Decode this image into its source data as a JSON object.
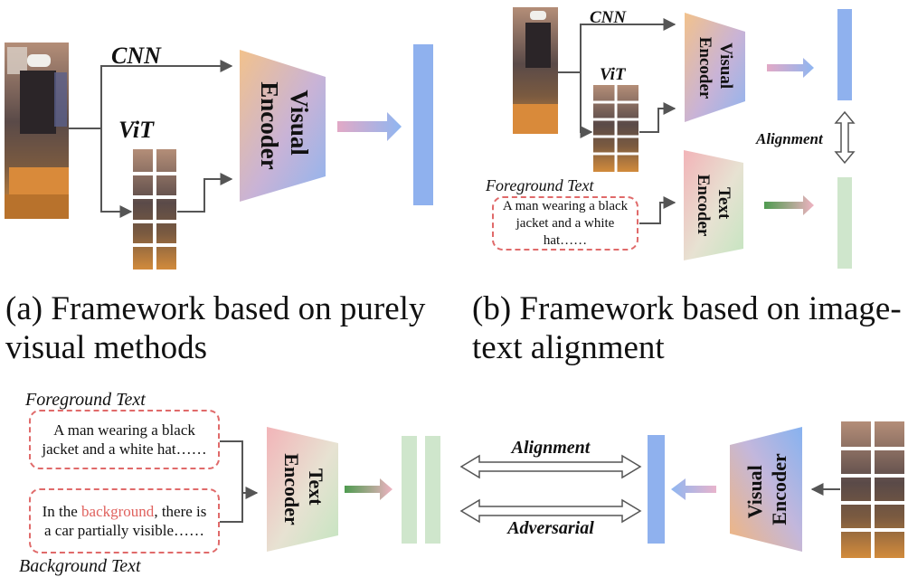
{
  "panel_a": {
    "cnn_label": "CNN",
    "vit_label": "ViT",
    "encoder_label_line1": "Visual",
    "encoder_label_line2": "Encoder",
    "caption_line1": "(a) Framework based on purely",
    "caption_line2": "visual methods"
  },
  "panel_b": {
    "cnn_label": "CNN",
    "vit_label": "ViT",
    "visual_encoder_line1": "Visual",
    "visual_encoder_line2": "Encoder",
    "text_encoder_line1": "Text",
    "text_encoder_line2": "Encoder",
    "alignment_label": "Alignment",
    "foreground_title": "Foreground Text",
    "foreground_text": "A man wearing a black jacket and a white hat……",
    "caption_line1": "(b) Framework based on image-",
    "caption_line2": "text alignment"
  },
  "panel_c": {
    "foreground_title": "Foreground Text",
    "foreground_text": "A man wearing a black jacket and a white hat……",
    "background_title": "Background Text",
    "background_text_before": "In the ",
    "background_text_highlight": "background",
    "background_text_after": ", there is a car partially visible……",
    "text_encoder_line1": "Text",
    "text_encoder_line2": "Encoder",
    "visual_encoder_line1": "Visual",
    "visual_encoder_line2": "Encoder",
    "alignment_label": "Alignment",
    "adversarial_label": "Adversarial"
  },
  "colors": {
    "visual_feature": "#8fb1ee",
    "text_feature": "#cfe6cc",
    "dashed_border": "#e06a6a",
    "highlight": "#e0625e"
  }
}
